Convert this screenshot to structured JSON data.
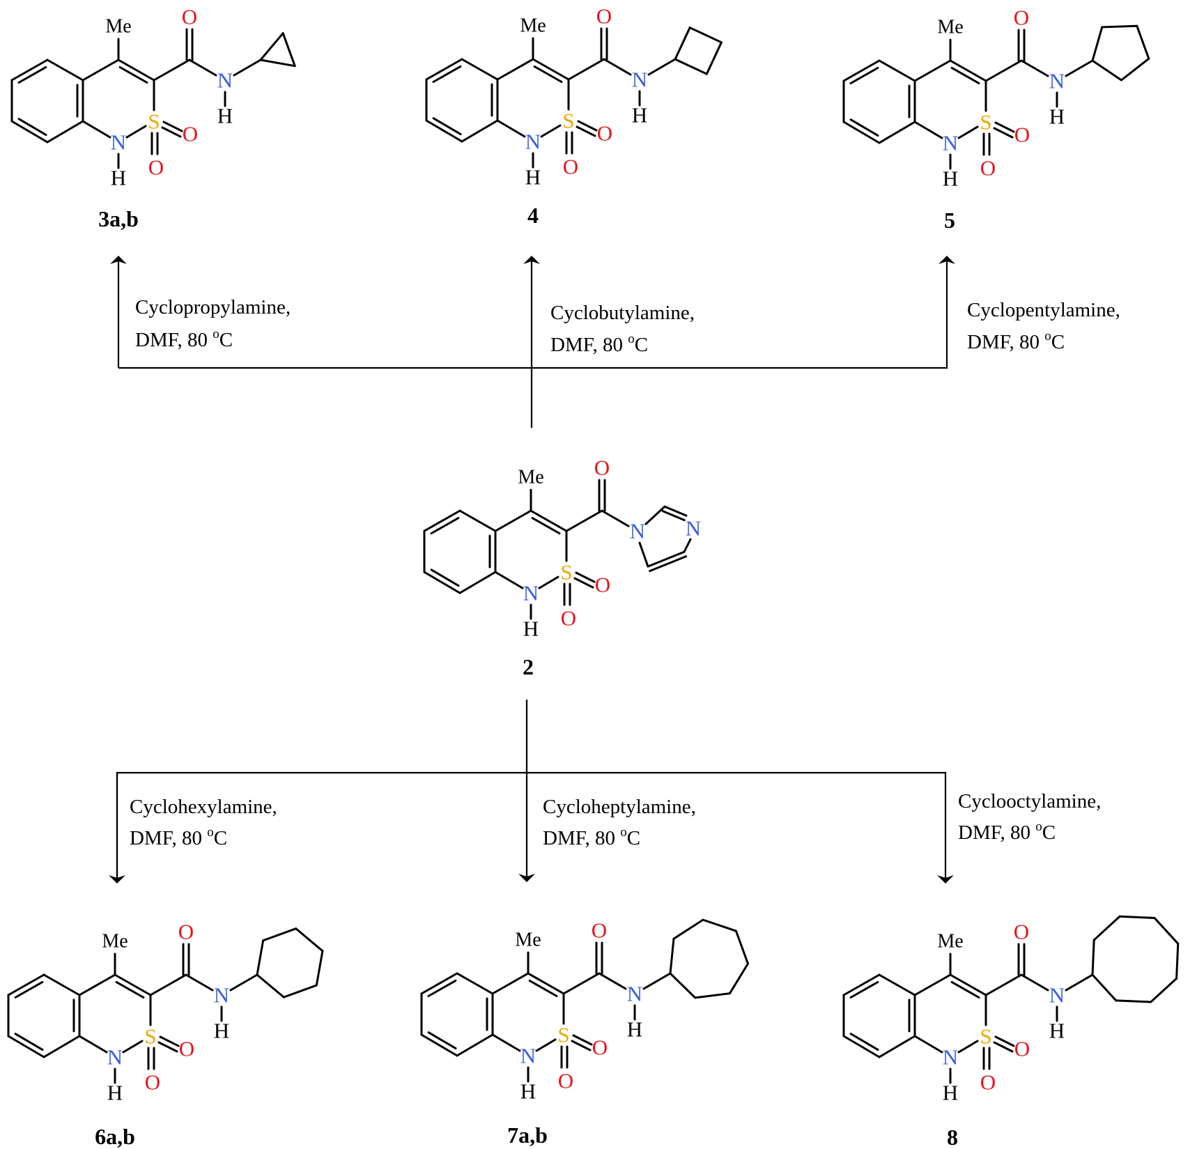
{
  "colors": {
    "oxygen": "#e8141b",
    "nitrogen": "#3a5fd8",
    "sulfur": "#f2a900",
    "carbon": "#000000"
  },
  "atoms": {
    "methyl": "Me",
    "oxygen": "O",
    "nitrogen": "N",
    "sulfur": "S",
    "hydrogen": "H"
  },
  "start": {
    "label": "2"
  },
  "reactions": [
    {
      "reagent": "Cyclopropylamine,",
      "conditions": "DMF, 80 ",
      "temp_sup": "o",
      "temp_unit": "C",
      "product": "3a,b",
      "ring_size": 3
    },
    {
      "reagent": "Cyclobutylamine,",
      "conditions": "DMF, 80 ",
      "temp_sup": "o",
      "temp_unit": "C",
      "product": "4",
      "ring_size": 4
    },
    {
      "reagent": "Cyclopentylamine,",
      "conditions": "DMF, 80 ",
      "temp_sup": "o",
      "temp_unit": "C",
      "product": "5",
      "ring_size": 5
    },
    {
      "reagent": "Cyclohexylamine,",
      "conditions": "DMF, 80 ",
      "temp_sup": "o",
      "temp_unit": "C",
      "product": "6a,b",
      "ring_size": 6
    },
    {
      "reagent": "Cycloheptylamine,",
      "conditions": "DMF, 80 ",
      "temp_sup": "o",
      "temp_unit": "C",
      "product": "7a,b",
      "ring_size": 7
    },
    {
      "reagent": "Cyclooctylamine,",
      "conditions": "DMF, 80 ",
      "temp_sup": "o",
      "temp_unit": "C",
      "product": "8",
      "ring_size": 8
    }
  ]
}
